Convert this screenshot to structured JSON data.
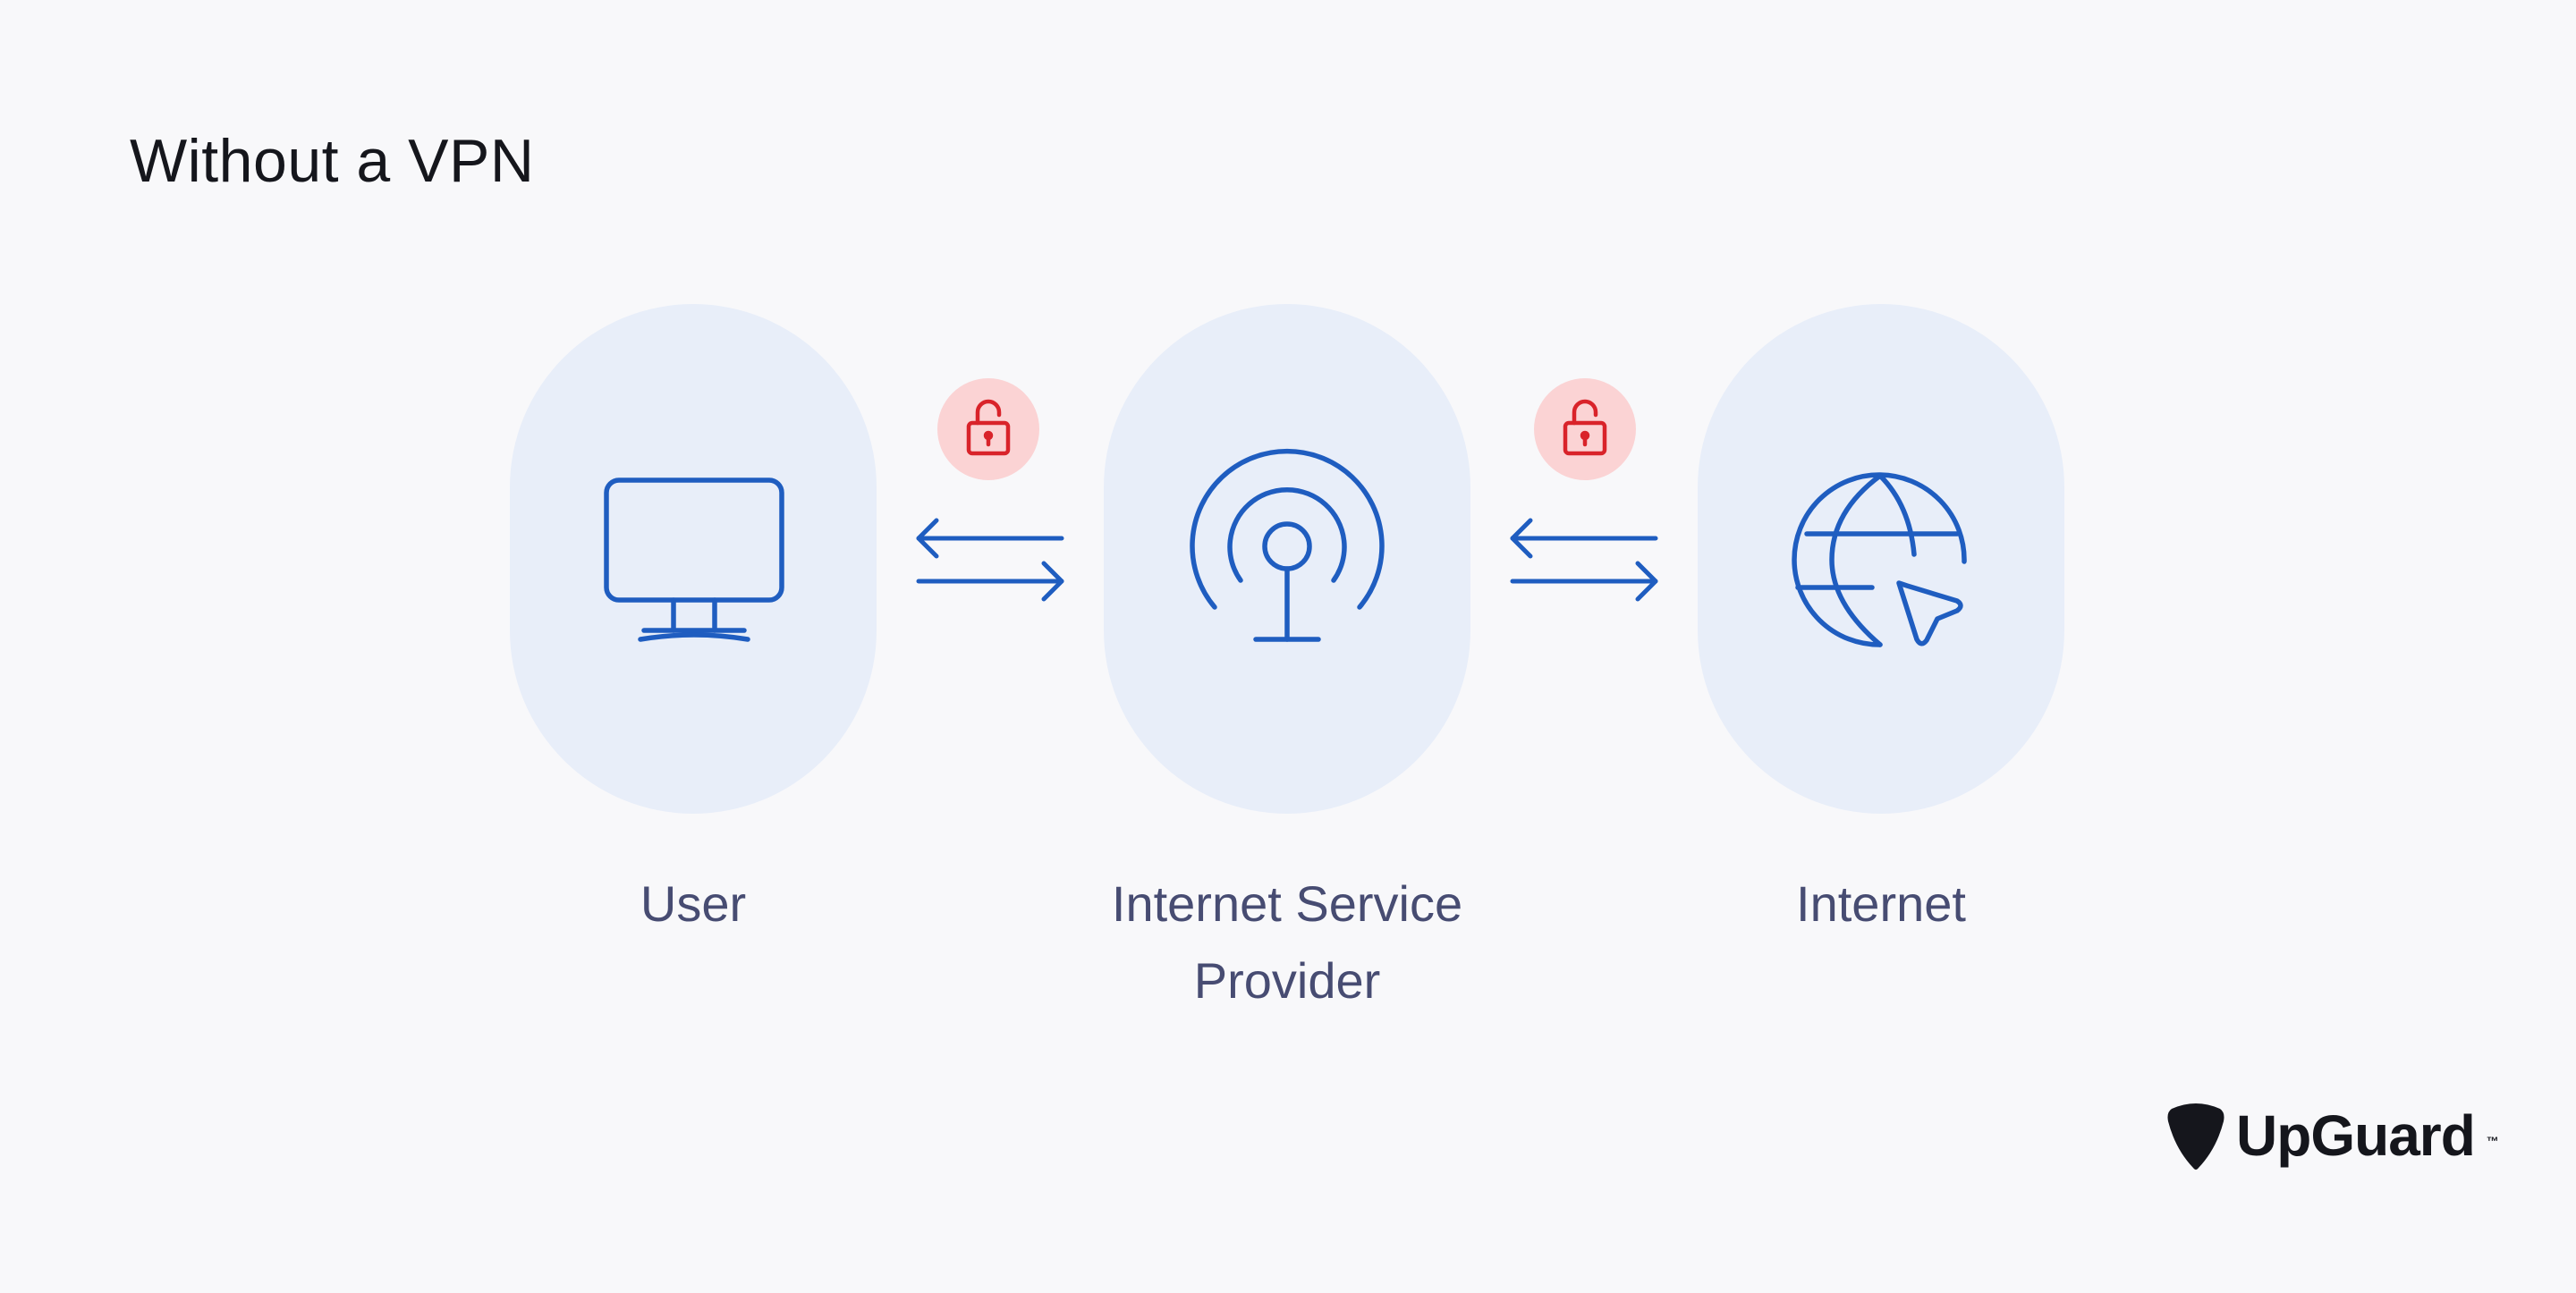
{
  "title": "Without a VPN",
  "nodes": [
    {
      "label": "User",
      "icon": "monitor-icon"
    },
    {
      "label": "Internet Service Provider",
      "icon": "broadcast-tower-icon"
    },
    {
      "label": "Internet",
      "icon": "globe-cursor-icon"
    }
  ],
  "connections": [
    {
      "from": "User",
      "to": "Internet Service Provider",
      "status_icon": "unlocked-padlock-icon",
      "arrows": "bidirectional-arrows-icon"
    },
    {
      "from": "Internet Service Provider",
      "to": "Internet",
      "status_icon": "unlocked-padlock-icon",
      "arrows": "bidirectional-arrows-icon"
    }
  ],
  "brand": {
    "name": "UpGuard",
    "trademark": "™",
    "icon": "upguard-logo-icon"
  },
  "colors": {
    "background": "#f8f8fa",
    "pill": "#e8eef9",
    "icon_stroke": "#1f5dc0",
    "lock_bg": "#fbd3d4",
    "lock_stroke": "#d9232a",
    "label": "#474c72",
    "title": "#15161c"
  }
}
